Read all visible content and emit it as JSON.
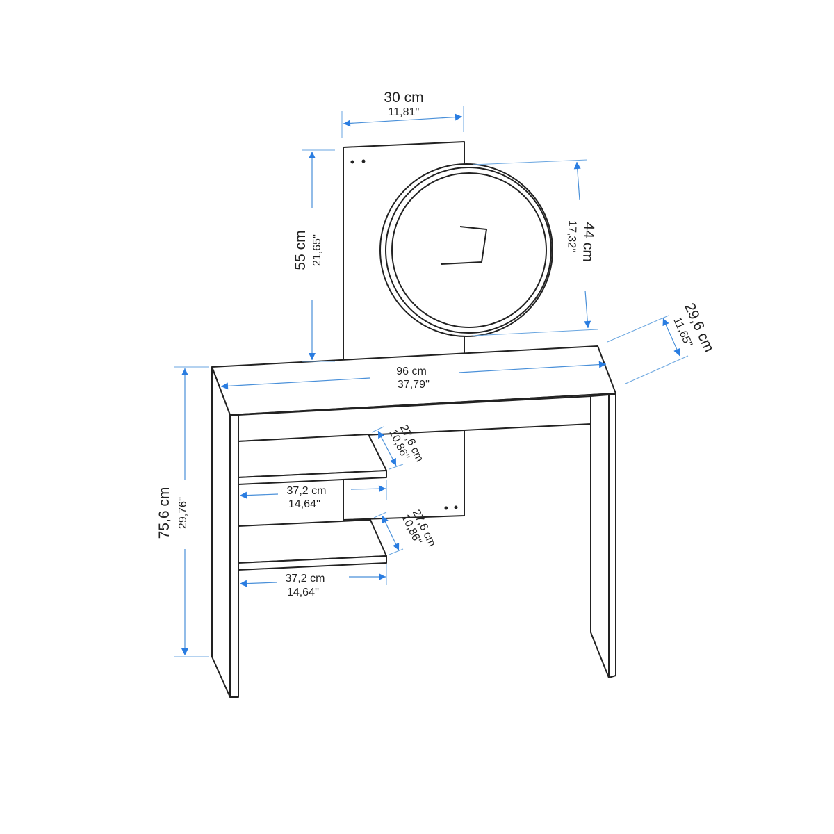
{
  "colors": {
    "dimension": "#2a7de1",
    "outline": "#222222"
  },
  "dimensions": {
    "panel_width": {
      "cm": "30 cm",
      "in": "11,81''"
    },
    "panel_height": {
      "cm": "55 cm",
      "in": "21,65''"
    },
    "mirror_diameter": {
      "cm": "44 cm",
      "in": "17,32''"
    },
    "depth": {
      "cm": "29,6 cm",
      "in": "11,65''"
    },
    "table_width": {
      "cm": "96 cm",
      "in": "37,79''"
    },
    "shelf1_depth": {
      "cm": "27,6 cm",
      "in": "10,86''"
    },
    "shelf2_depth": {
      "cm": "27,6 cm",
      "in": "10,86''"
    },
    "shelf1_width": {
      "cm": "37,2 cm",
      "in": "14,64''"
    },
    "shelf2_width": {
      "cm": "37,2 cm",
      "in": "14,64''"
    },
    "table_height": {
      "cm": "75,6 cm",
      "in": "29,76''"
    }
  }
}
